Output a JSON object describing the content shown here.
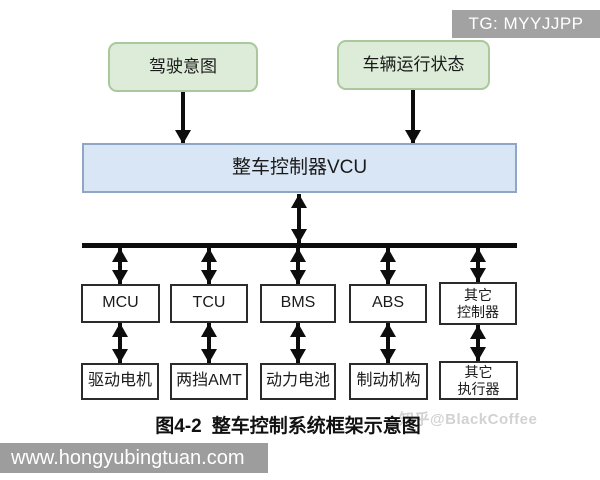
{
  "watermarks": {
    "tg_badge": "TG: MYYJJPP",
    "author": "知乎@BlackCoffee",
    "site": "www.hongyubingtuan.com"
  },
  "colors": {
    "input_box_fill": "#dcecd8",
    "input_box_border": "#a9c89c",
    "vcu_box_fill": "#d9e6f6",
    "vcu_box_border": "#8fa6c4",
    "node_border": "#2b2b2b",
    "badge_bg": "#a2a2a2",
    "site_bar_bg": "#9d9d9d"
  },
  "diagram": {
    "caption_prefix": "图4-2",
    "caption_text": "整车控制系统框架示意图",
    "inputs": [
      {
        "label": "驾驶意图"
      },
      {
        "label": "车辆运行状态"
      }
    ],
    "vcu": {
      "label": "整车控制器VCU"
    },
    "bus": {
      "name": "CAN bus line"
    },
    "columns": [
      {
        "controller": "MCU",
        "actuator": "驱动电机"
      },
      {
        "controller": "TCU",
        "actuator": "两挡AMT"
      },
      {
        "controller": "BMS",
        "actuator": "动力电池"
      },
      {
        "controller": "ABS",
        "actuator": "制动机构"
      },
      {
        "controller": "其它\n控制器",
        "actuator": "其它\n执行器"
      }
    ]
  }
}
